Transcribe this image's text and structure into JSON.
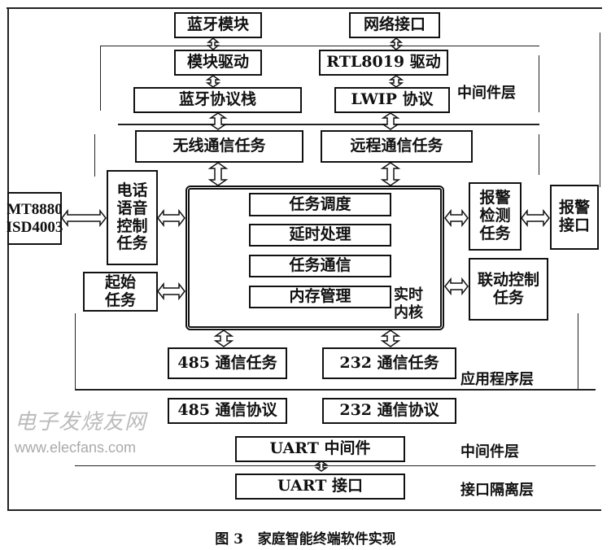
{
  "modules": {
    "bluetooth_module": "蓝牙模块",
    "network_interface": "网络接口",
    "module_driver": "模块驱动",
    "rtl_driver": "RTL8019 驱动",
    "bt_stack": "蓝牙协议栈",
    "lwip": "LWIP 协议",
    "wireless_task": "无线通信任务",
    "remote_task": "远程通信任务",
    "mt8880": "MT8880 ISD4003",
    "phone_task": "电话语音控制任务",
    "start_task": "起始任务",
    "alarm_detect_task": "报警检测任务",
    "alarm_interface": "报警接口",
    "linkage_task": "联动控制任务",
    "task_485": "485 通信任务",
    "task_232": "232 通信任务",
    "proto_485": "485 通信协议",
    "proto_232": "232 通信协议",
    "uart_middleware": "UART 中间件",
    "uart_interface": "UART 接口"
  },
  "kernel": {
    "items": [
      "任务调度",
      "延时处理",
      "任务通信",
      "内存管理"
    ],
    "label": "实时内核"
  },
  "layers": {
    "middleware_top": "中间件层",
    "application": "应用程序层",
    "middleware_bottom": "中间件层",
    "interface_isolation": "接口隔离层"
  },
  "watermark": {
    "cn": "电子发烧友网",
    "url": "www.elecfans.com"
  },
  "caption": "图 3   家庭智能终端软件实现"
}
